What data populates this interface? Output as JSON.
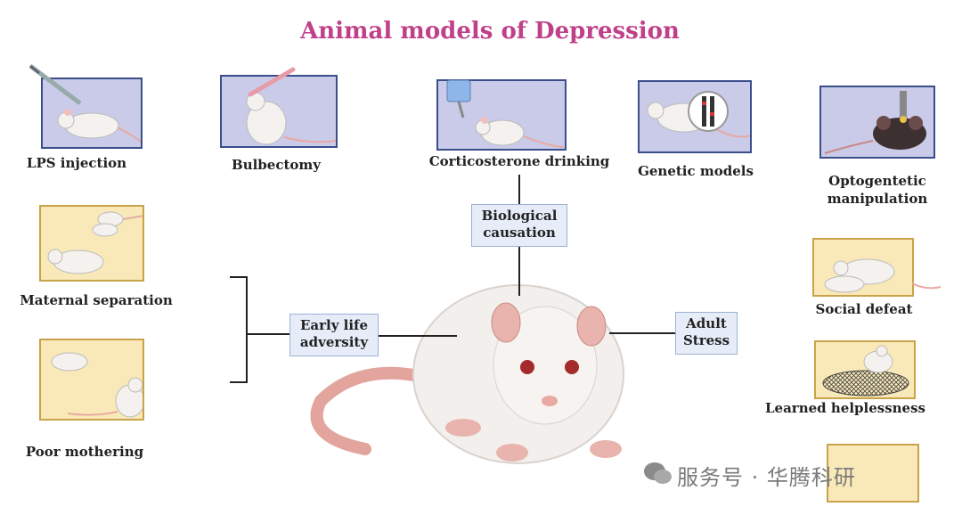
{
  "title": "Animal models of Depression",
  "models": {
    "lps": "LPS injection",
    "bulbectomy": "Bulbectomy",
    "corticosterone": "Corticosterone drinking",
    "genetic": "Genetic models",
    "optogenetic_line1": "Optogentetic",
    "optogenetic_line2": "manipulation",
    "maternal": "Maternal separation",
    "poor_mothering": "Poor mothering",
    "social_defeat": "Social defeat",
    "learned_helplessness": "Learned helplessness"
  },
  "causes": {
    "biological_line1": "Biological",
    "biological_line2": "causation",
    "early_line1": "Early life",
    "early_line2": "adversity",
    "adult_line1": "Adult",
    "adult_line2": "Stress"
  },
  "watermark": "服务号 · 华腾科研",
  "colors": {
    "title": "#c0408a",
    "frame_blue": "#c9cbe8",
    "frame_yellow": "#f9e9b8",
    "cause_box": "#e6edf8"
  },
  "icons": [
    "mouse-icon",
    "syringe-icon",
    "water-bottle-icon",
    "dna-icon",
    "optic-fiber-icon",
    "wire-grid-icon",
    "rat-icon"
  ]
}
